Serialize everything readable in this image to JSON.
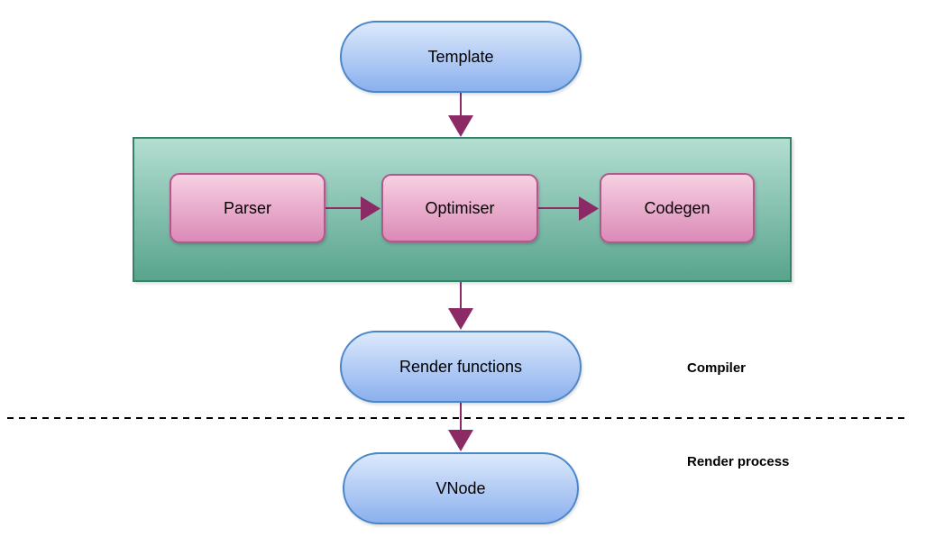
{
  "diagram": {
    "nodes": {
      "template": {
        "label": "Template"
      },
      "parser": {
        "label": "Parser"
      },
      "optimiser": {
        "label": "Optimiser"
      },
      "codegen": {
        "label": "Codegen"
      },
      "render_functions": {
        "label": "Render functions"
      },
      "vnode": {
        "label": "VNode"
      }
    },
    "container": {
      "contains": [
        "parser",
        "optimiser",
        "codegen"
      ]
    },
    "edges": [
      {
        "from": "template",
        "to": "compiler-container"
      },
      {
        "from": "parser",
        "to": "optimiser"
      },
      {
        "from": "optimiser",
        "to": "codegen"
      },
      {
        "from": "compiler-container",
        "to": "render_functions"
      },
      {
        "from": "render_functions",
        "to": "vnode"
      }
    ],
    "section_labels": {
      "compiler": "Compiler",
      "render_process": "Render process"
    },
    "colors": {
      "pill_gradient_top": "#dce9fb",
      "pill_gradient_bottom": "#8bb0ee",
      "pill_border": "#4a86c8",
      "container_gradient_top": "#b3ded2",
      "container_gradient_bottom": "#58a48d",
      "container_border": "#338269",
      "process_gradient_top": "#f7d0e2",
      "process_gradient_bottom": "#db8ab6",
      "process_border": "#b4578d",
      "arrow": "#8c2a66",
      "divider": "#000000",
      "text": "#000000",
      "background": "#ffffff"
    }
  }
}
